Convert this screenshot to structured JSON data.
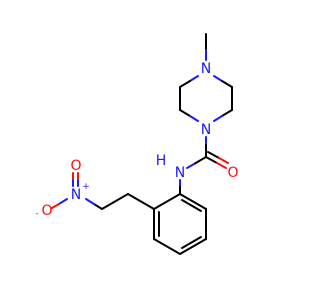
{
  "molecule": {
    "atoms": {
      "n_top": "N",
      "n_bottom": "N",
      "o_carbonyl": "O",
      "nh": "N",
      "h": "H",
      "n_nitro": "N",
      "n_nitro_charge": "+",
      "o_nitro_top": "O",
      "o_nitro_left": "O",
      "o_nitro_left_charge": "-"
    },
    "colors": {
      "nitrogen": "#1a1aff",
      "oxygen": "#ff0d0d",
      "carbon": "#000000"
    }
  }
}
